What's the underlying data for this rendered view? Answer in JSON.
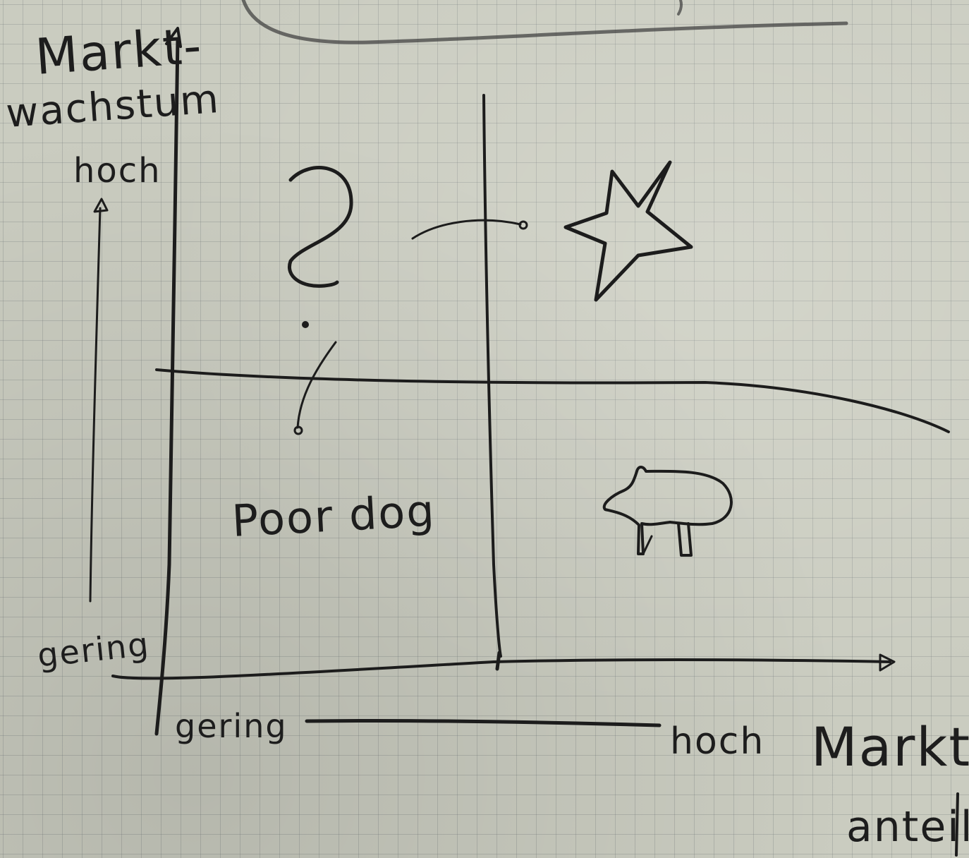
{
  "y_axis": {
    "title_line1": "Markt-",
    "title_line2": "wachstum",
    "high_label": "hoch",
    "low_label": "gering"
  },
  "x_axis": {
    "low_label": "gering",
    "high_label": "hoch",
    "title_line1": "Markt-",
    "title_line2": "anteil"
  },
  "quadrants": {
    "top_left_symbol": "?",
    "top_right_icon": "star-icon",
    "bottom_left_label": "Poor dog",
    "bottom_right_icon": "cow-icon"
  }
}
